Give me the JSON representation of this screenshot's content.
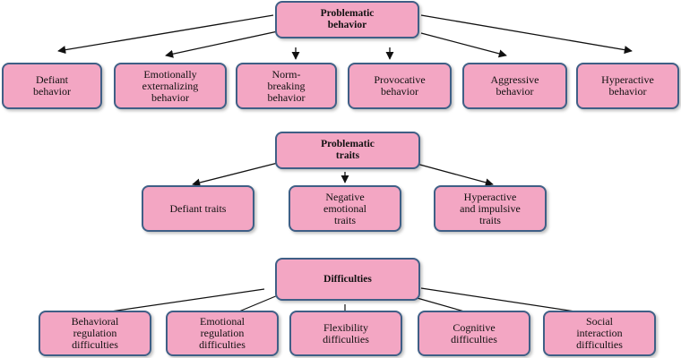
{
  "groups": [
    {
      "head": "Problematic\nbehavior",
      "items": [
        "Defiant\nbehavior",
        "Emotionally\nexternalizing\nbehavior",
        "Norm-\nbreaking\nbehavior",
        "Provocative\nbehavior",
        "Aggressive\nbehavior",
        "Hyperactive\nbehavior"
      ]
    },
    {
      "head": "Problematic\ntraits",
      "items": [
        "Defiant traits",
        "Negative\nemotional\ntraits",
        "Hyperactive\nand impulsive\ntraits"
      ]
    },
    {
      "head": "Difficulties",
      "items": [
        "Behavioral\nregulation\ndifficulties",
        "Emotional\nregulation\ndifficulties",
        "Flexibility\ndifficulties",
        "Cognitive\ndifficulties",
        "Social\ninteraction\ndifficulties"
      ]
    }
  ],
  "colors": {
    "box_fill": "#f3a6c3",
    "box_border": "#3f5f86",
    "line": "#111111"
  }
}
